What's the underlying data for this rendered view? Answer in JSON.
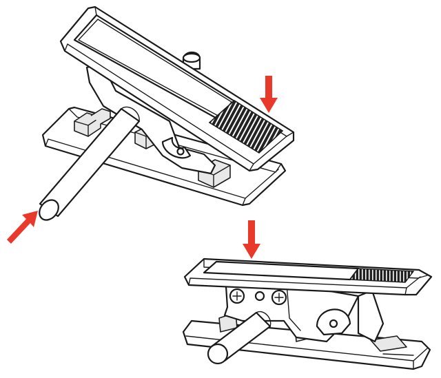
{
  "figure": {
    "subject": "tube-cutter",
    "views": [
      "open-view",
      "closed-view"
    ],
    "arrow_color": "#e8392b",
    "line_color": "#1a1a1a",
    "background": "#ffffff"
  }
}
